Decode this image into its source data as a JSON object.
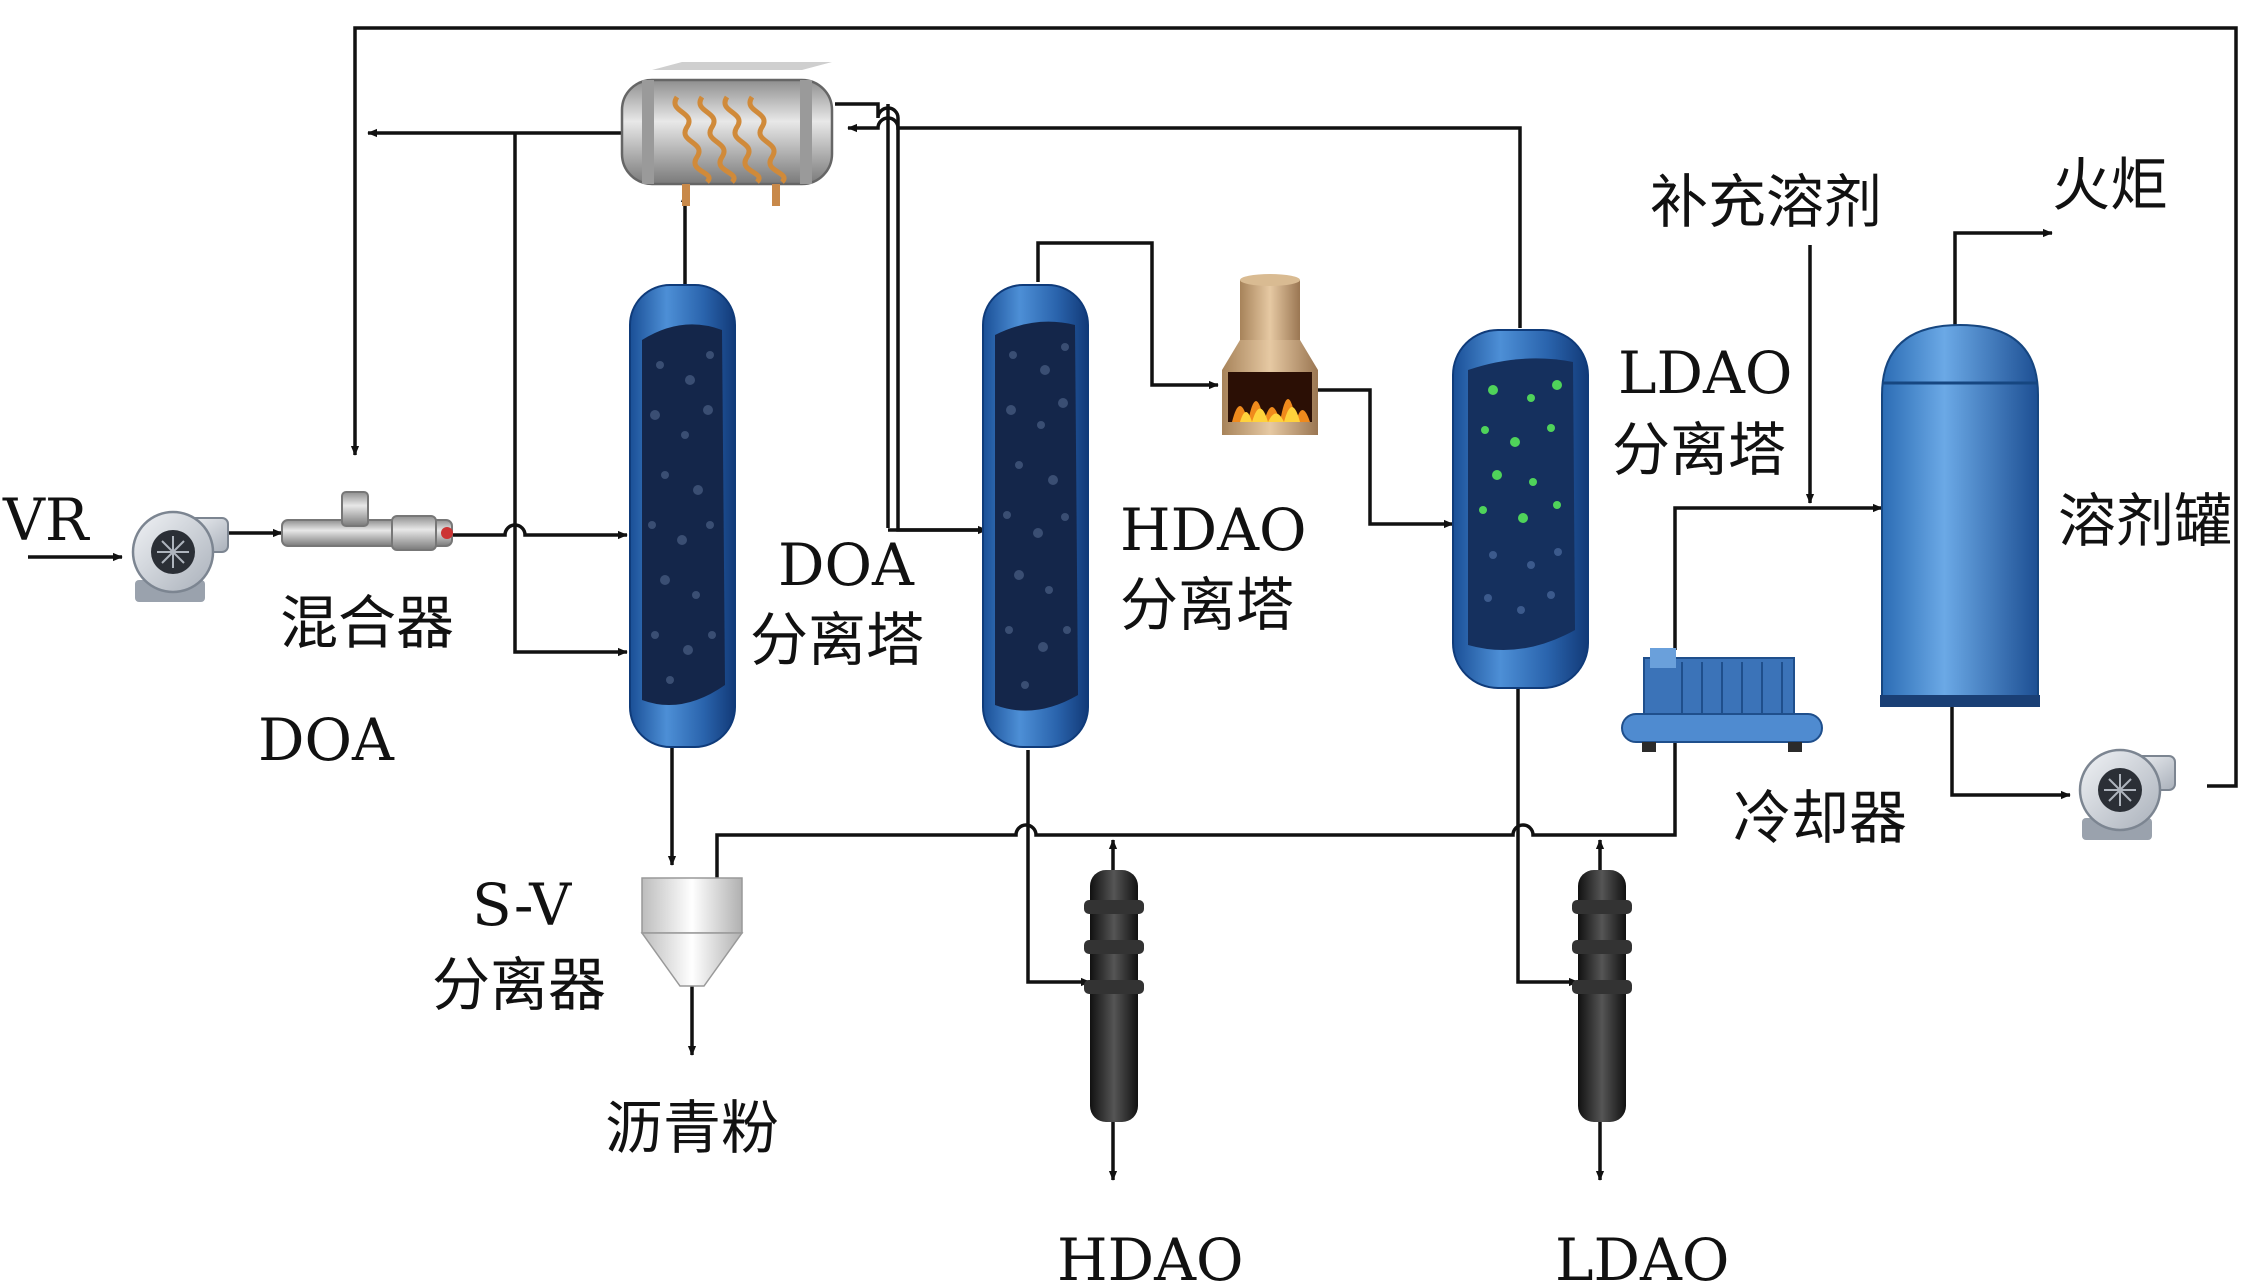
{
  "labels": {
    "vr": "VR",
    "mixer": "混合器",
    "doa": "DOA",
    "doa_column_1": "DOA",
    "doa_column_2": "分离塔",
    "hdao_column_1": "HDAO",
    "hdao_column_2": "分离塔",
    "ldao_column_1": "LDAO",
    "ldao_column_2": "分离塔",
    "makeup_solvent": "补充溶剂",
    "flare": "火炬",
    "solvent_tank": "溶剂罐",
    "cooler": "冷却器",
    "sv_separator_1": "S-V",
    "sv_separator_2": "分离器",
    "asphalt_powder": "沥青粉",
    "hdao_product": "HDAO",
    "ldao_product": "LDAO"
  },
  "colors": {
    "column_blue": "#2f6fb5",
    "column_dark": "#0d2f66",
    "line": "#111111",
    "furnace_tan": "#c9a57a",
    "flame": "#f08a1c",
    "ldao_dots": "#4fd35a"
  },
  "icons": {
    "pump": "centrifugal-pump-icon",
    "mixer": "static-mixer-icon",
    "heat_exchanger": "heat-exchanger-icon",
    "furnace": "furnace-icon",
    "cooler": "cooler-icon",
    "separator": "cyclone-separator-icon",
    "stripper": "stripper-column-icon"
  }
}
